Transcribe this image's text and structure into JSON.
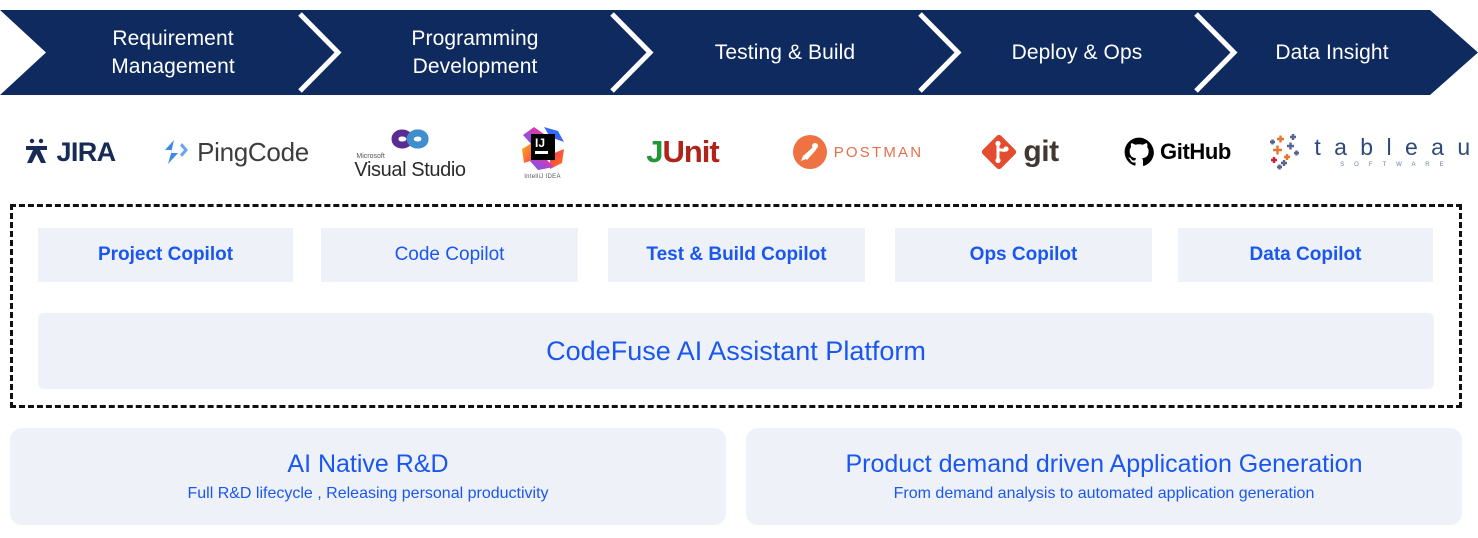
{
  "colors": {
    "banner_navy": "#0e2a5e",
    "accent_blue": "#1a56f0",
    "panel_bg": "#eef2f8",
    "dashed_border": "#111111"
  },
  "pipeline": {
    "stages": [
      {
        "name": "requirement-management",
        "line1": "Requirement",
        "line2": "Management"
      },
      {
        "name": "programming-development",
        "line1": "Programming",
        "line2": "Development"
      },
      {
        "name": "testing-build",
        "line1": "Testing & Build",
        "line2": ""
      },
      {
        "name": "deploy-ops",
        "line1": "Deploy & Ops",
        "line2": ""
      },
      {
        "name": "data-insight",
        "line1": "Data Insight",
        "line2": ""
      }
    ]
  },
  "tools": [
    {
      "icon": "jira-icon",
      "label": "JIRA"
    },
    {
      "icon": "pingcode-icon",
      "label": "PingCode"
    },
    {
      "icon": "visual-studio-icon",
      "label": "Visual Studio",
      "sublabel": "Microsoft"
    },
    {
      "icon": "intellij-idea-icon",
      "label": "IJ",
      "sublabel": "IntelliJ IDEA"
    },
    {
      "icon": "junit-icon",
      "label_a": "J",
      "label_b": "Unit"
    },
    {
      "icon": "postman-icon",
      "label": "POSTMAN"
    },
    {
      "icon": "git-icon",
      "label": "git"
    },
    {
      "icon": "github-icon",
      "label": "GitHub"
    },
    {
      "icon": "tableau-icon",
      "label": "t a b l e a u",
      "sublabel": "S O F T W A R E"
    }
  ],
  "copilots": [
    {
      "name": "project-copilot",
      "label": "Project Copilot",
      "bold": true
    },
    {
      "name": "code-copilot",
      "label": "Code Copilot",
      "bold": false
    },
    {
      "name": "test-build-copilot",
      "label": "Test & Build Copilot",
      "bold": true
    },
    {
      "name": "ops-copilot",
      "label": "Ops Copilot",
      "bold": true
    },
    {
      "name": "data-copilot",
      "label": "Data Copilot",
      "bold": true
    }
  ],
  "platform": {
    "label": "CodeFuse AI Assistant Platform"
  },
  "outcomes": [
    {
      "name": "ai-native-rd",
      "title": "AI Native R&D",
      "subtitle": "Full R&D lifecycle , Releasing personal productivity"
    },
    {
      "name": "product-demand-driven-application-generation",
      "title": "Product demand driven Application Generation",
      "subtitle": "From demand analysis to automated application generation"
    }
  ]
}
